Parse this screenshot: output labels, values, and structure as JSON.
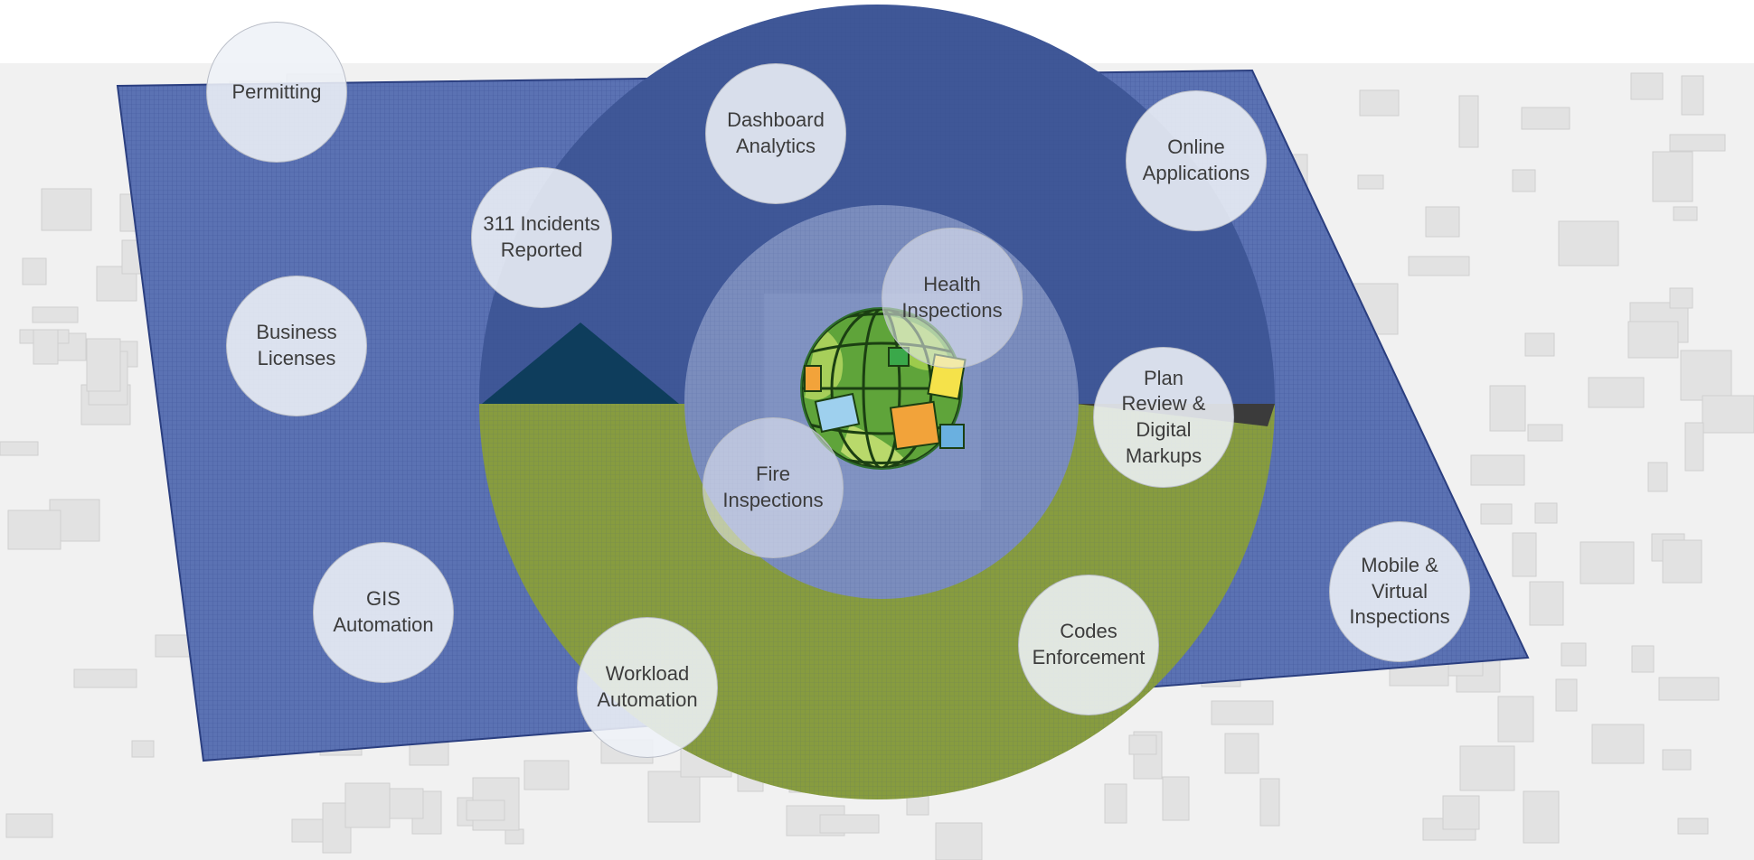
{
  "colors": {
    "ring_blue": "#3f5797",
    "ring_green": "#879c3f",
    "inner_circle": "#7b8dbd",
    "plane_blue": "#5b72b3",
    "plane_border": "#2b3f80",
    "dark_triangle": "#0e3d5c",
    "city_background": "#ececec",
    "bubble_fill": "#eef1f7",
    "label_text": "#3c3c3c"
  },
  "bubbles": [
    {
      "id": "permitting",
      "label": "Permitting"
    },
    {
      "id": "dashboard-analytics",
      "label": "Dashboard\nAnalytics"
    },
    {
      "id": "online-applications",
      "label": "Online\nApplications"
    },
    {
      "id": "311-incidents-reported",
      "label": "311 Incidents\nReported"
    },
    {
      "id": "health-inspections",
      "label": "Health\nInspections"
    },
    {
      "id": "business-licenses",
      "label": "Business\nLicenses"
    },
    {
      "id": "plan-review-digital-markups",
      "label": "Plan\nReview &\nDigital\nMarkups"
    },
    {
      "id": "fire-inspections",
      "label": "Fire\nInspections"
    },
    {
      "id": "mobile-virtual-inspections",
      "label": "Mobile &\nVirtual\nInspections"
    },
    {
      "id": "gis-automation",
      "label": "GIS\nAutomation"
    },
    {
      "id": "codes-enforcement",
      "label": "Codes\nEnforcement"
    },
    {
      "id": "workload-automation",
      "label": "Workload\nAutomation"
    }
  ],
  "center_icon": "globe-icon"
}
